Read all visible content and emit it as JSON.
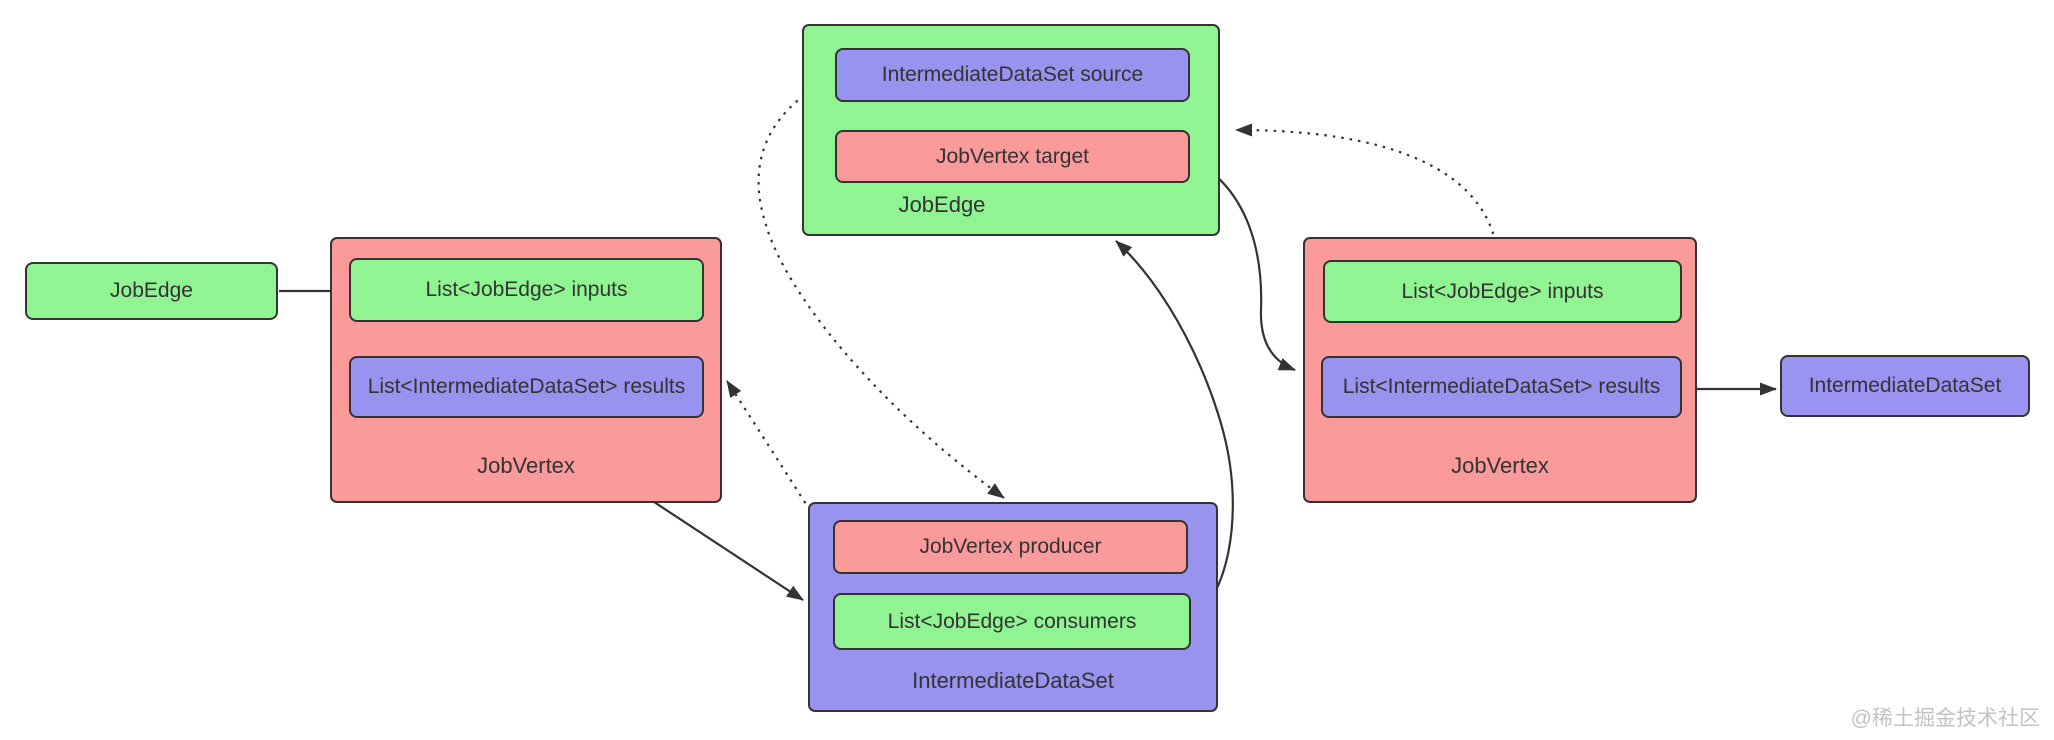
{
  "colors": {
    "green": "#90f493",
    "red": "#fb9a9a",
    "purple": "#9793ee",
    "purple_alt": "#9b93f1",
    "border": "#333333",
    "text": "#333333",
    "watermark_gray": "#c3c3c3"
  },
  "nodes": {
    "jobedge_left": {
      "label": "JobEdge"
    },
    "jobvertex_left": {
      "label": "JobVertex",
      "inputs": "List<JobEdge> inputs",
      "results": "List<IntermediateDataSet> results"
    },
    "jobedge_top": {
      "label": "JobEdge",
      "source": "IntermediateDataSet source",
      "target": "JobVertex target"
    },
    "intermediatedataset_bottom": {
      "label": "IntermediateDataSet",
      "producer": "JobVertex producer",
      "consumers": "List<JobEdge> consumers"
    },
    "jobvertex_right": {
      "label": "JobVertex",
      "inputs": "List<JobEdge> inputs",
      "results": "List<IntermediateDataSet> results"
    },
    "intermediatedataset_right": {
      "label": "IntermediateDataSet"
    }
  },
  "watermark": "@稀土掘金技术社区"
}
